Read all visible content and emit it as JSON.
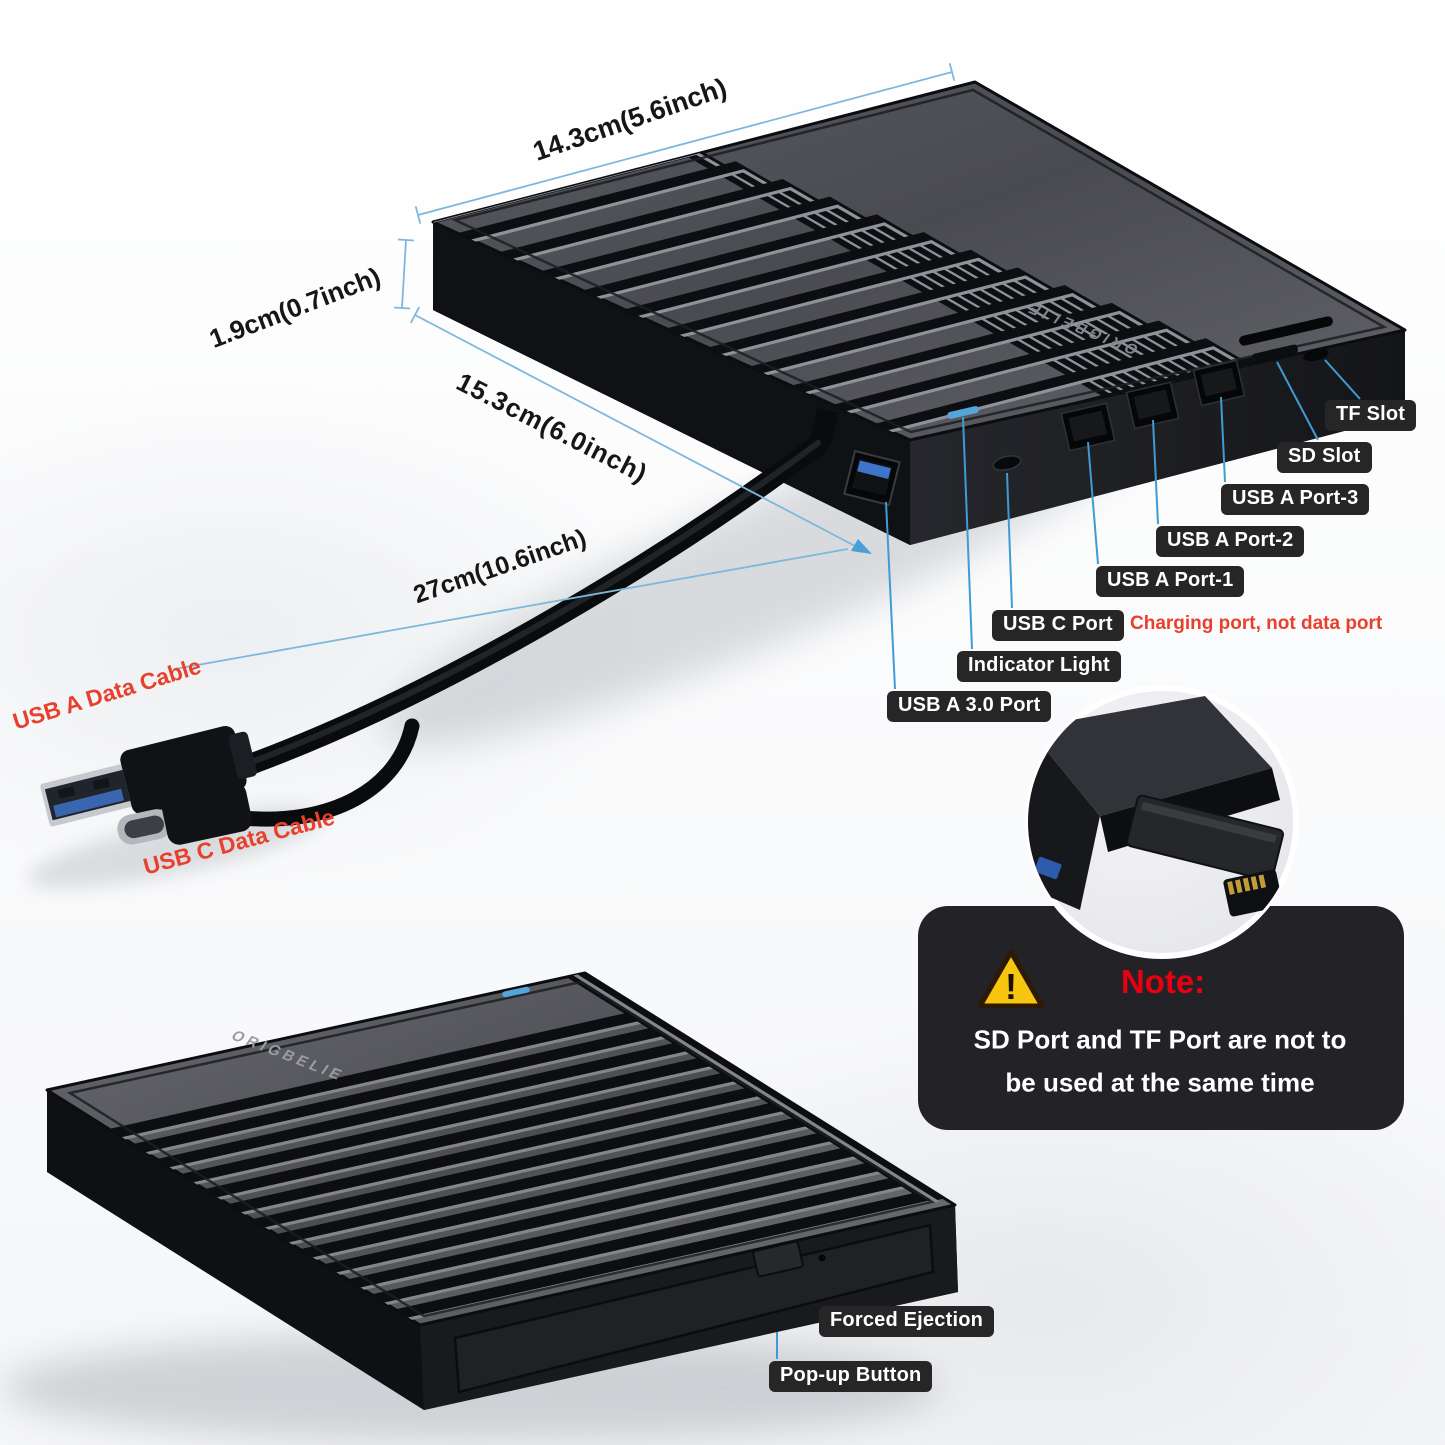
{
  "brand": "ORIGBELIE",
  "colors": {
    "leader_blue": "#3e9bd4",
    "dimension_blue": "#7db8dc",
    "alert_red": "#e8402c",
    "note_red": "#e60012",
    "badge_bg": "#262626",
    "warning_yellow": "#f6c50f",
    "indicator_blue": "#55a4da"
  },
  "dimensions": {
    "width": "14.3cm(5.6inch)",
    "height": "1.9cm(0.7inch)",
    "depth": "15.3cm(6.0inch)",
    "cable_length": "27cm(10.6inch)"
  },
  "cables": {
    "usb_a": "USB A Data Cable",
    "usb_c": "USB C Data Cable"
  },
  "port_labels": {
    "tf": "TF Slot",
    "sd": "SD Slot",
    "usb_a3": "USB A Port-3",
    "usb_a2": "USB A Port-2",
    "usb_a1": "USB A Port-1",
    "usb_c": "USB C Port",
    "usb_c_note": "Charging port, not data port",
    "indicator": "Indicator Light",
    "usb_a30": "USB A 3.0 Port"
  },
  "bottom_labels": {
    "forced_ejection": "Forced Ejection",
    "popup": "Pop-up Button"
  },
  "note": {
    "title": "Note:",
    "line1": "SD Port and TF Port are not to",
    "line2": "be used at the same time",
    "warning_glyph": "!"
  }
}
